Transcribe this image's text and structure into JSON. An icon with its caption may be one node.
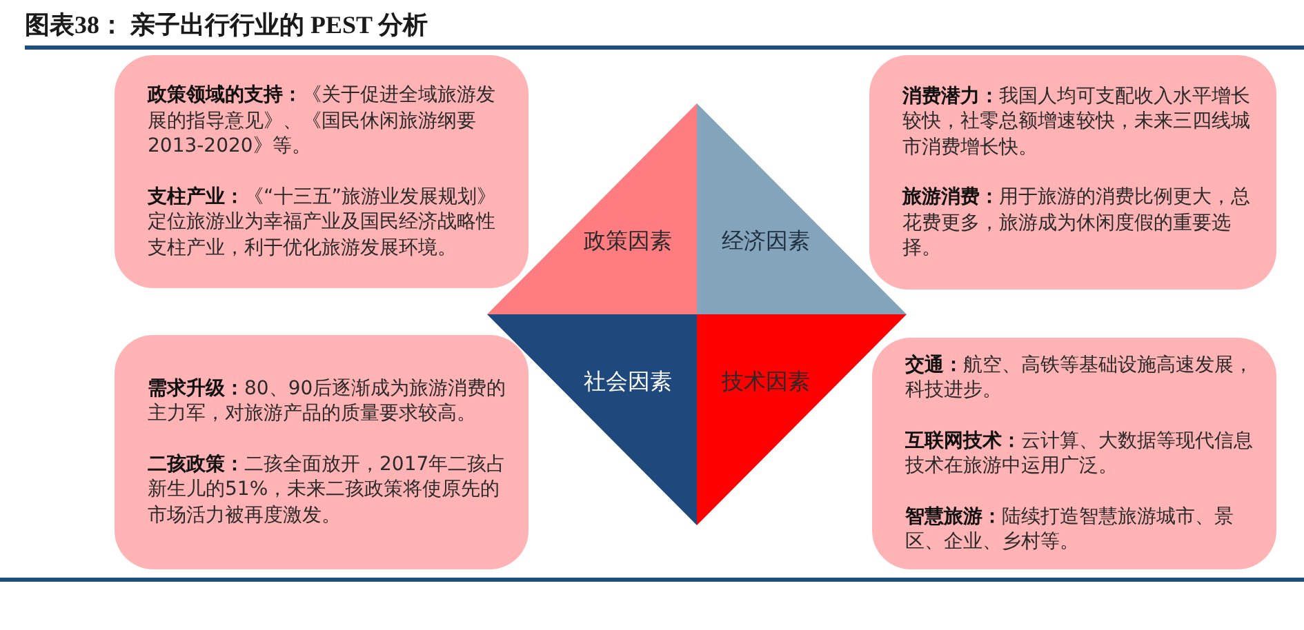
{
  "diagram": {
    "title": "图表38： 亲子出行行业的 PEST 分析",
    "nodes": [
      {
        "text": [
          "**政策领域的支持：**《关于促进全域旅游发展的指导意见》、《国民休闲旅游纲要2013-2020》等。",
          "**支柱产业：**《“十三五”旅游业发展规划》定位旅游业为幸福产业及国民经济战略性支柱产业，利于优化旅游发展环境。"
        ]
      },
      {
        "text": [
          "政策因素"
        ]
      },
      {
        "text": [
          "经济因素"
        ]
      },
      {
        "text": [
          "**消费潜力：**我国人均可支配收入水平增长较快，社零总额增速较快，未来三四线城市消费增长快。",
          "**旅游消费：**用于旅游的消费比例更大，总花费更多，旅游成为休闲度假的重要选择。"
        ]
      },
      {
        "text": [
          "**需求升级：**80、90后逐渐成为旅游消费的主力军，对旅游产品的质量要求较高。",
          "**二孩政策：**二孩全面放开，2017年二孩占新生儿的51%，未来二孩政策将使原先的市场活力被再度激发。"
        ]
      },
      {
        "text": [
          "社会因素"
        ]
      },
      {
        "text": [
          "技术因素"
        ]
      },
      {
        "text": [
          "**交通：**航空、高铁等基础设施高速发展，科技进步。",
          "**互联网技术：**云计算、大数据等现代信息技术在旅游中运用广泛。",
          "**智慧旅游：**陆续打造智慧旅游城市、景区、企业、乡村等。"
        ]
      }
    ]
  }
}
